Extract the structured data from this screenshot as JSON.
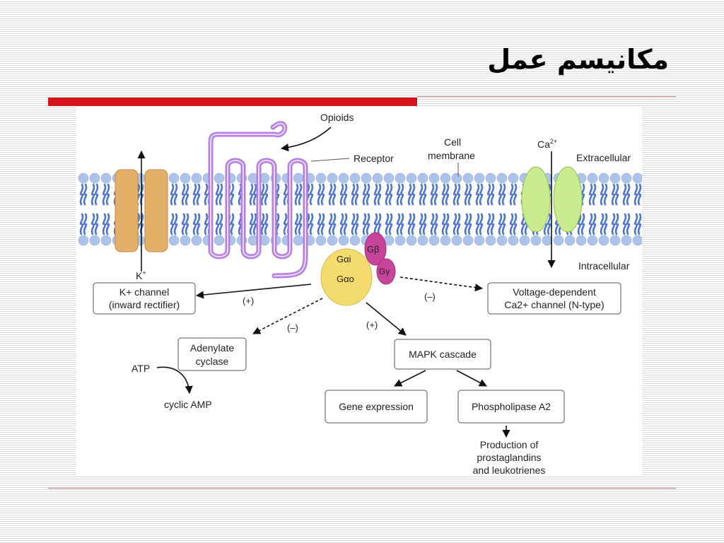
{
  "slide": {
    "title": "مكانيسم عمل",
    "accent_color": "#d7141b",
    "rule_color": "#c98a8a"
  },
  "diagram": {
    "opioids": "Opioids",
    "receptor": "Receptor",
    "cell_membrane_1": "Cell",
    "cell_membrane_2": "membrane",
    "ca_ion": "Ca",
    "ca_charge": "2+",
    "extracellular": "Extracellular",
    "intracellular": "Intracellular",
    "k_ion": "K",
    "k_charge": "+",
    "g_alpha_i": "Gαi",
    "g_alpha_o": "Gαo",
    "g_beta": "Gβ",
    "g_gamma": "Gγ",
    "k_channel_1": "K+ channel",
    "k_channel_2": "(inward rectifier)",
    "voltage_1": "Voltage-dependent",
    "voltage_2": "Ca2+ channel (N-type)",
    "adenylate_1": "Adenylate",
    "adenylate_2": "cyclase",
    "mapk": "MAPK cascade",
    "gene_expression": "Gene expression",
    "phospholipase": "Phospholipase A2",
    "production_1": "Production of",
    "production_2": "prostaglandins",
    "production_3": "and leukotrienes",
    "atp": "ATP",
    "cyclic_amp": "cyclic AMP",
    "sign_k": "(+)",
    "sign_ca": "(–)",
    "sign_ac": "(–)",
    "sign_mapk": "(+)"
  },
  "colors": {
    "lipid_head": "#aec3ea",
    "lipid_tail": "#4a77c9",
    "k_channel": "#e4b06a",
    "receptor": "#b47fe0",
    "g_alpha": "#f5dc6e",
    "g_beta_gamma": "#c8459b",
    "ca_channel": "#c9ec8e"
  }
}
